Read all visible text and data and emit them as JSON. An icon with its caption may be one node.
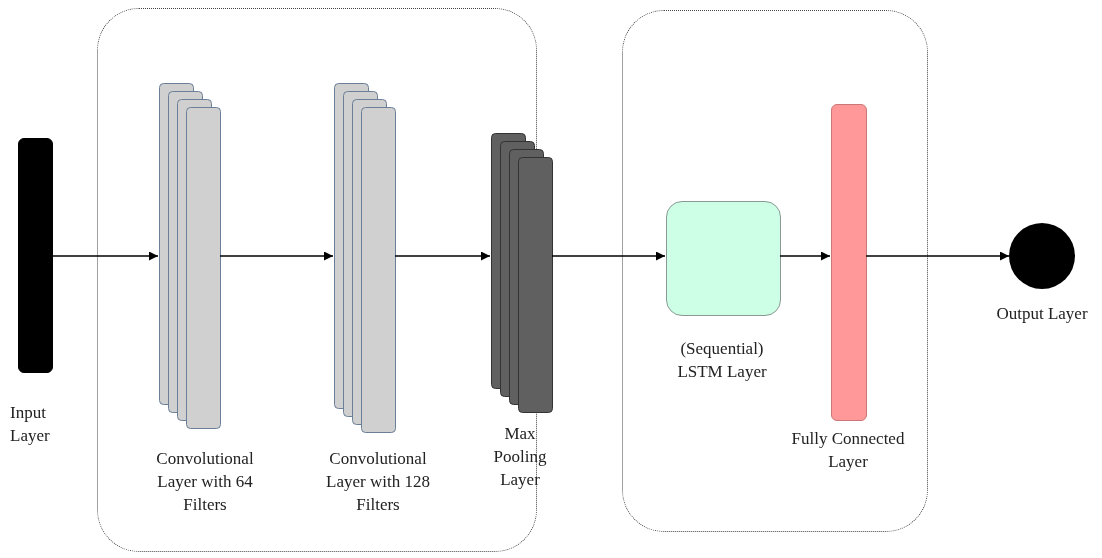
{
  "diagram": {
    "nodes": [
      {
        "text": [],
        "shape": "box"
      },
      {
        "text": [],
        "shape": "box"
      },
      {
        "text": [],
        "shape": "bar",
        "beside": [
          "Input Layer"
        ]
      },
      {
        "text": [],
        "shape": "stack",
        "in": 0,
        "beside": [
          "Convolutional Layer with 64 Filters"
        ]
      },
      {
        "text": [],
        "shape": "stack",
        "in": 0,
        "beside": [
          "Convolutional Layer with 128 Filters"
        ]
      },
      {
        "text": [],
        "shape": "stack",
        "in": 0,
        "beside": [
          "Max Pooling Layer"
        ]
      },
      {
        "text": [],
        "shape": "box",
        "in": 1,
        "beside": [
          "(Sequential) LSTM Layer"
        ]
      },
      {
        "text": [],
        "shape": "bar",
        "in": 1,
        "beside": [
          "Fully Connected Layer"
        ]
      },
      {
        "text": [],
        "shape": "circle",
        "beside": [
          "Output Layer"
        ]
      }
    ],
    "edges": [
      {
        "from": 2,
        "to": 3,
        "arrow": "to"
      },
      {
        "from": 3,
        "to": 4,
        "arrow": "to"
      },
      {
        "from": 4,
        "to": 5,
        "arrow": "to"
      },
      {
        "from": 5,
        "to": 6,
        "arrow": "to"
      },
      {
        "from": 6,
        "to": 7,
        "arrow": "to"
      },
      {
        "from": 7,
        "to": 8,
        "arrow": "to"
      }
    ]
  }
}
